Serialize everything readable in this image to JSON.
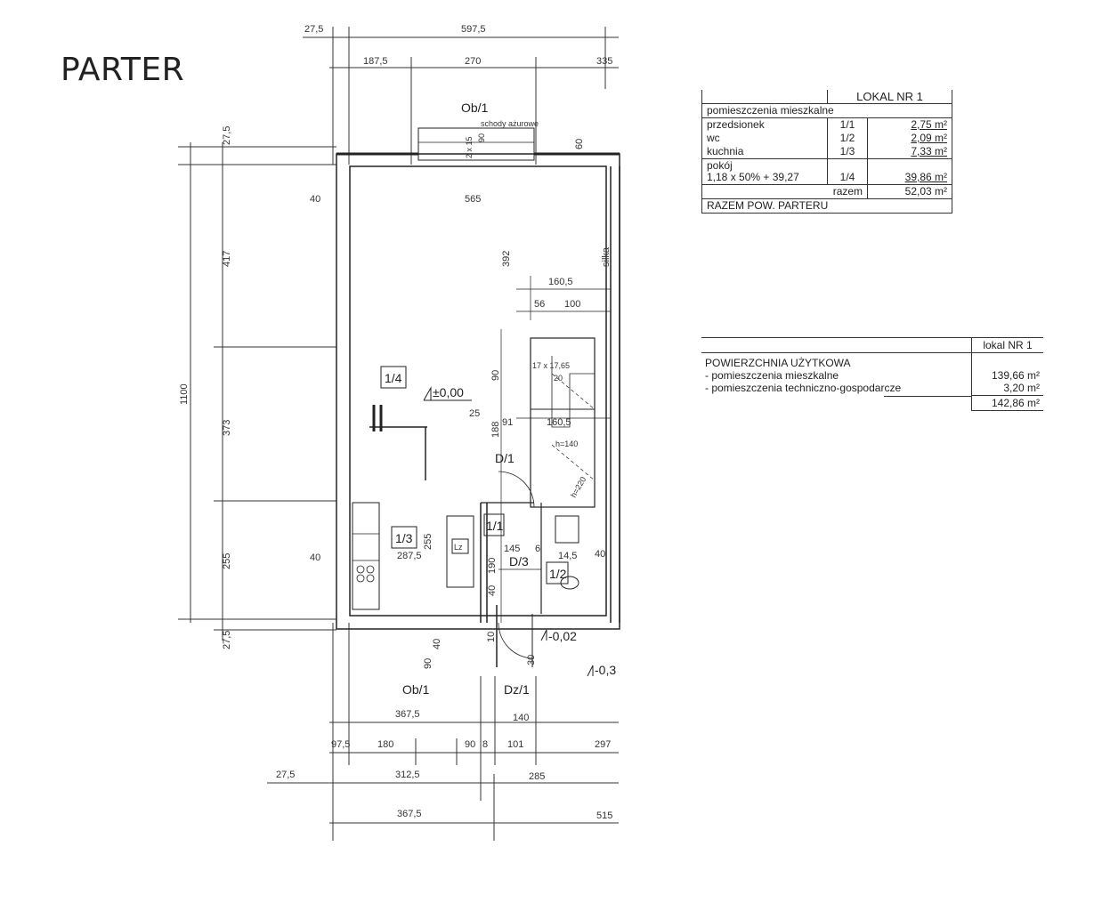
{
  "page_title": "PARTER",
  "table_lokal": {
    "header": "LOKAL NR 1",
    "section": "pomieszczenia mieszkalne",
    "rows": [
      {
        "name": "przedsionek",
        "no": "1/1",
        "area": "2,75 m²"
      },
      {
        "name": "wc",
        "no": "1/2",
        "area": "2,09 m²"
      },
      {
        "name": "kuchnia",
        "no": "1/3",
        "area": "7,33 m²"
      },
      {
        "name": "pokój",
        "formula": "1,18 x 50% + 39,27",
        "no": "1/4",
        "area": "39,86 m²"
      }
    ],
    "sum_label": "razem",
    "sum_value": "52,03 m²",
    "footer": "RAZEM POW. PARTERU"
  },
  "table_powierzchnia": {
    "header": "lokal NR 1",
    "title": "POWIERZCHNIA UŻYTKOWA",
    "rows": [
      {
        "label": "- pomieszczenia mieszkalne",
        "value": "139,66 m²"
      },
      {
        "label": "- pomieszczenia techniczno-gospodarcze",
        "value": "3,20 m²"
      }
    ],
    "total": "142,86 m²"
  },
  "plan": {
    "dims_top": {
      "d1": "27,5",
      "d2": "597,5",
      "d3": "187,5",
      "d4": "270",
      "d5": "335"
    },
    "dims_left": {
      "total": "1100",
      "a": "27,5",
      "b": "417",
      "c": "373",
      "d": "255",
      "e": "27,5"
    },
    "dims_bottom": {
      "b1": "367,5",
      "b2": "140",
      "b3": "97,5",
      "b4": "180",
      "b5": "90",
      "b6": "8",
      "b7": "101",
      "b8": "297",
      "b9": "27,5",
      "b10": "312,5",
      "b11": "285",
      "b12": "367,5",
      "b13": "515"
    },
    "interior": {
      "w40a": "40",
      "w565": "565",
      "h392": "392",
      "d1605": "160,5",
      "d56": "56",
      "d100": "100",
      "d90": "90",
      "d25": "25",
      "d91": "91",
      "d1605b": "160,5",
      "d188": "188",
      "d255": "255",
      "d2875": "287,5",
      "w40b": "40",
      "d190": "190",
      "d145": "145",
      "d6": "6",
      "d145b": "14,5",
      "d40c": "40",
      "d90b": "90",
      "d40d": "40",
      "d10": "10",
      "d30": "30",
      "d40e": "40",
      "d60": "60",
      "d2x15": "2 x 15",
      "d90c": "90",
      "stairs": "17 x 17,65",
      "stairs_n": "20",
      "h140": "h=140",
      "h220": "h=220",
      "silka": "silka",
      "schody": "schody ażurowe"
    },
    "labels": {
      "ob1_top": "Ob/1",
      "ob1_bottom": "Ob/1",
      "dz1": "Dz/1",
      "d1": "D/1",
      "d3": "D/3",
      "r14": "1/4",
      "r13": "1/3",
      "r11": "1/1",
      "r12": "1/2",
      "lvl0": "±0,00",
      "lvl002": "-0,02",
      "lvl03": "-0,3",
      "fridge": "Lz"
    }
  }
}
